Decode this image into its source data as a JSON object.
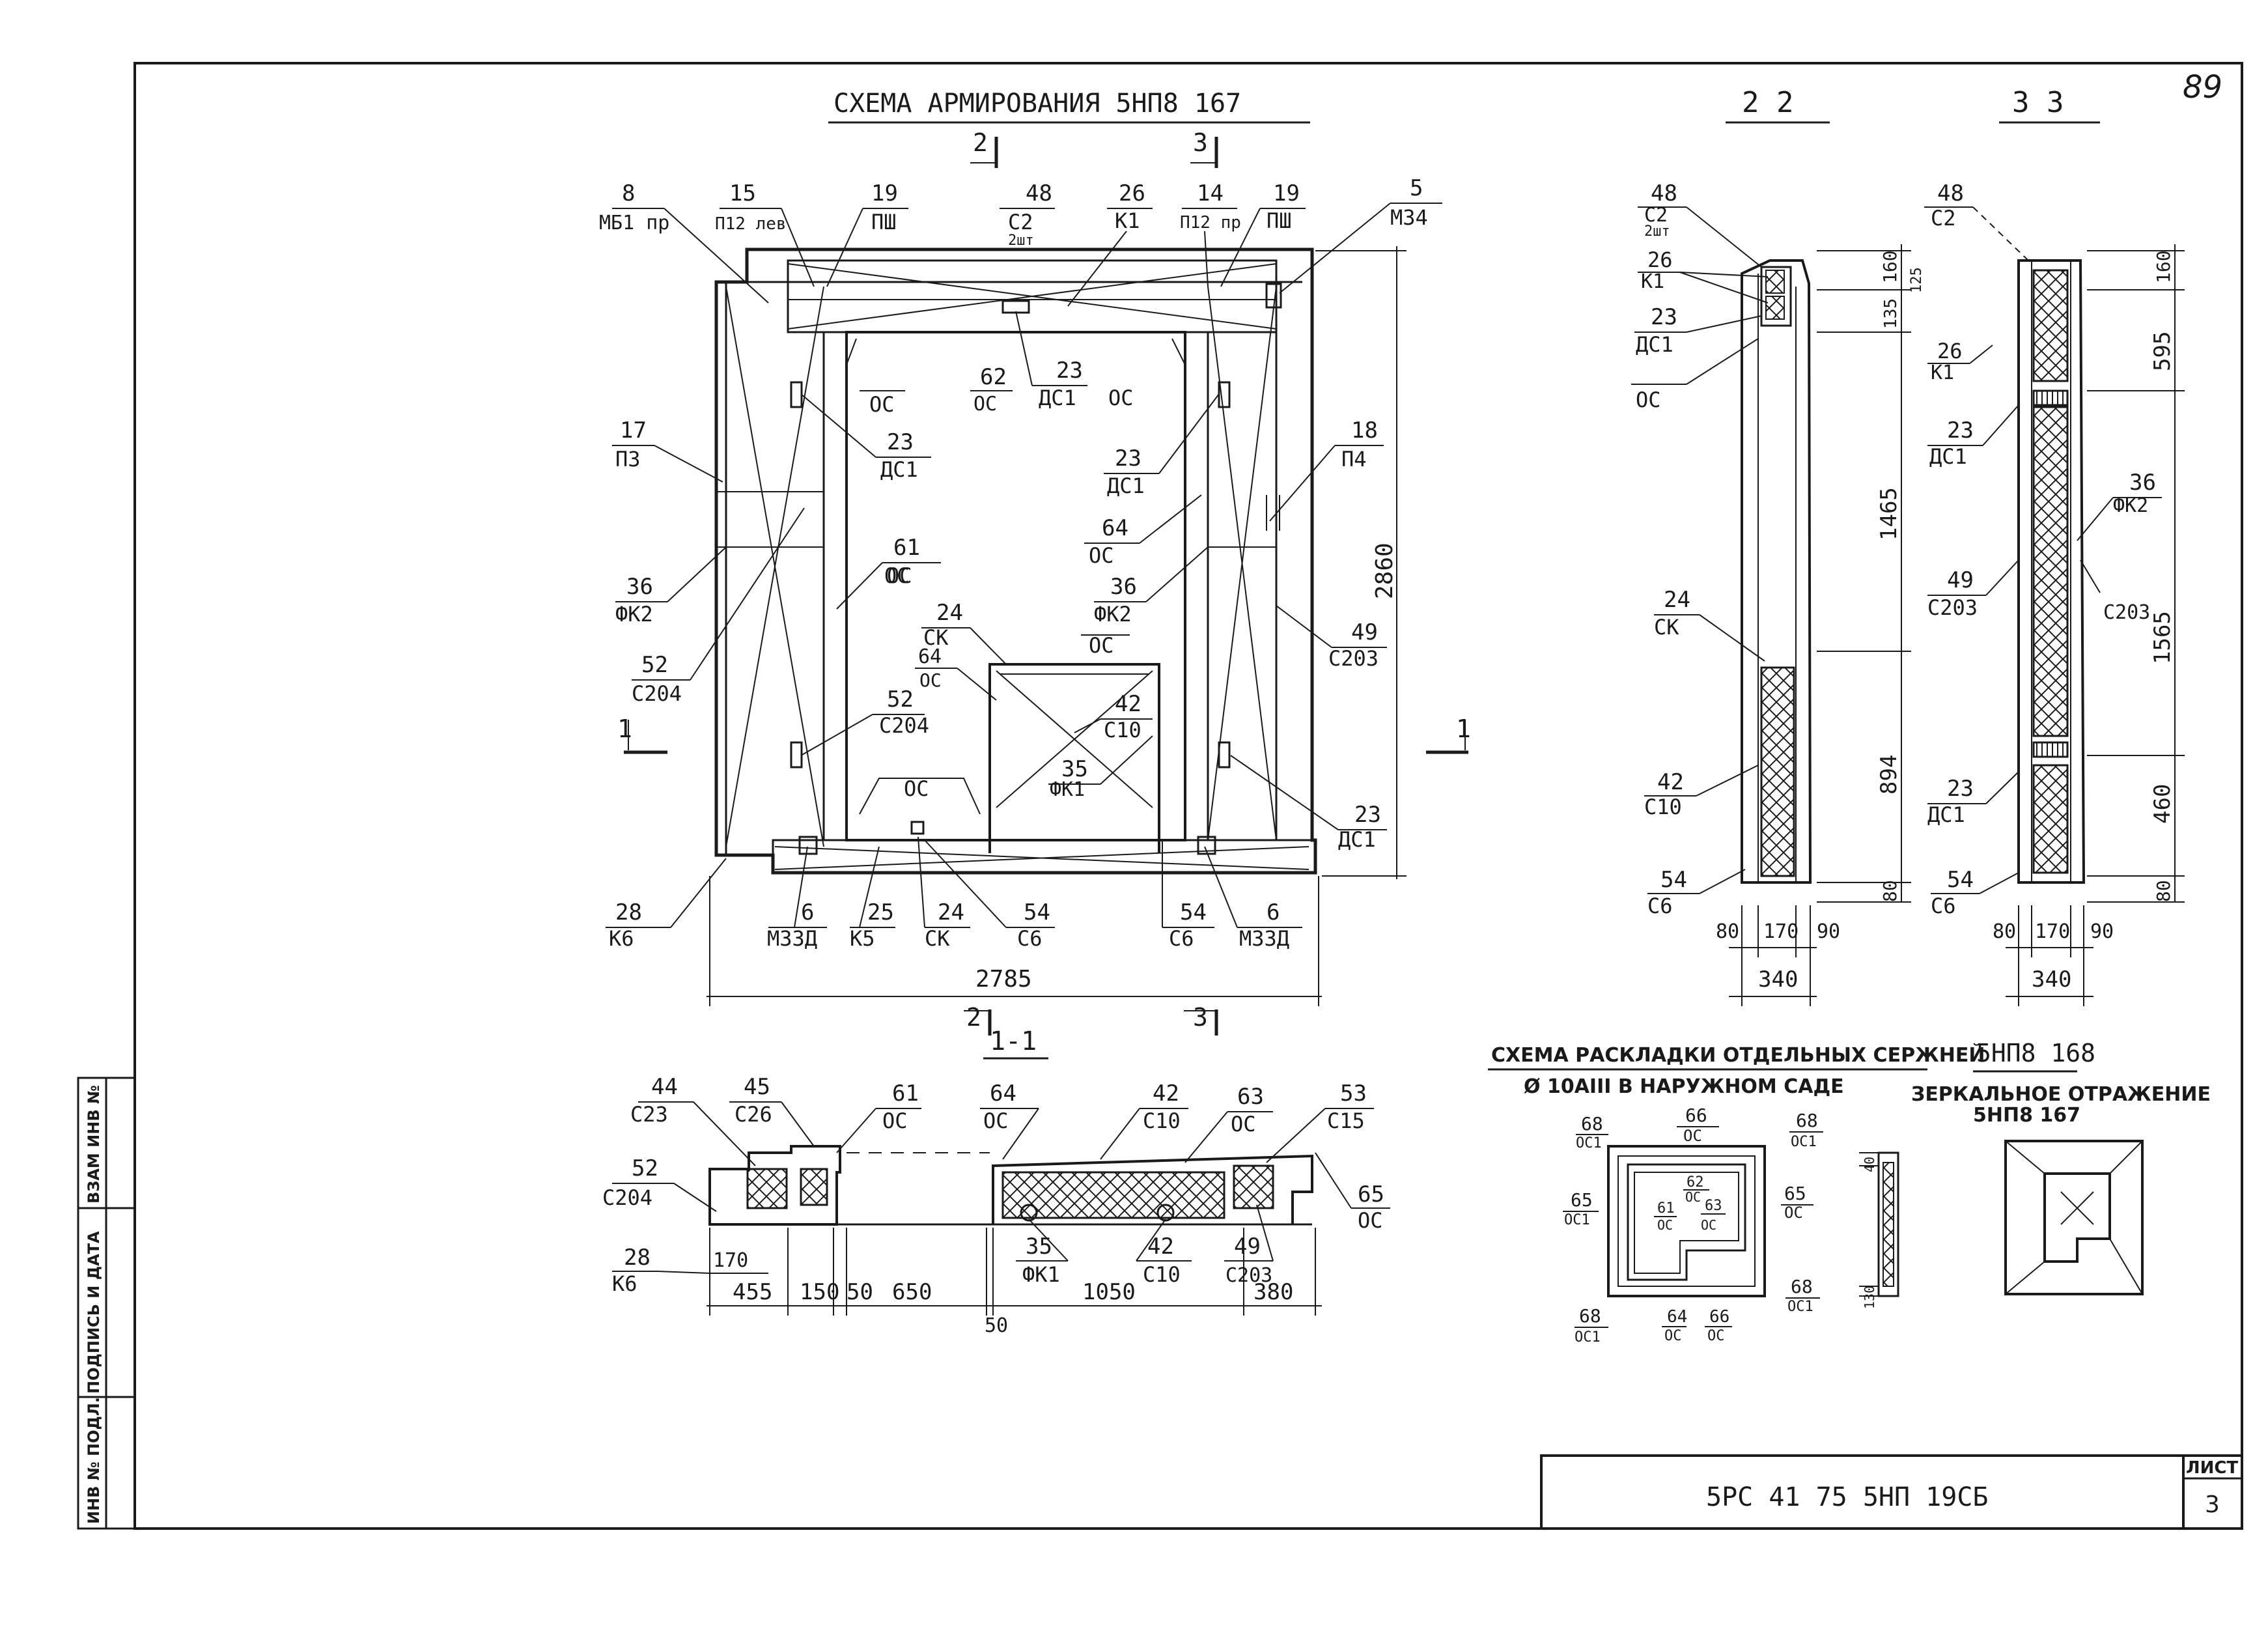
{
  "sheet": {
    "page_number": "89",
    "title_block_code": "5РС 41 75   5НП 19СБ",
    "sheet_label": "ЛИСТ",
    "sheet_number": "3"
  },
  "side_stamp": {
    "inv_orig": "ИНВ № ПОДЛ.",
    "sign_date": "ПОДПИСЬ И ДАТА",
    "inv_replace": "ВЗАМ ИНВ №"
  },
  "main_view": {
    "title": "СХЕМА АРМИРОВАНИЯ 5НП8 167",
    "width_dim": "2785",
    "height_dim": "2860",
    "section_marks": [
      "2",
      "3",
      "1",
      "1",
      "2",
      "3"
    ],
    "callouts": [
      {
        "num": "8",
        "mark": "МБ1 пр"
      },
      {
        "num": "15",
        "mark": "П12 лев"
      },
      {
        "num": "19",
        "mark": "ПШ"
      },
      {
        "num": "48",
        "mark": "С2",
        "extra": "2шт"
      },
      {
        "num": "26",
        "mark": "К1"
      },
      {
        "num": "14",
        "mark": "П12 пр"
      },
      {
        "num": "19",
        "mark": "ПШ"
      },
      {
        "num": "5",
        "mark": "М34"
      },
      {
        "num": "62",
        "mark": "ОС"
      },
      {
        "num": "23",
        "mark": "ДС1"
      },
      {
        "num": "17",
        "mark": "П3"
      },
      {
        "num": "18",
        "mark": "П4"
      },
      {
        "num": "36",
        "mark": "ФК2"
      },
      {
        "num": "52",
        "mark": "С204"
      },
      {
        "num": "61",
        "mark": "ОС"
      },
      {
        "num": "64",
        "mark": "ОС"
      },
      {
        "num": "24",
        "mark": "СК"
      },
      {
        "num": "42",
        "mark": "С10"
      },
      {
        "num": "35",
        "mark": "ФК1"
      },
      {
        "num": "49",
        "mark": "С203"
      },
      {
        "num": "28",
        "mark": "К6"
      },
      {
        "num": "6",
        "mark": "М33Д"
      },
      {
        "num": "25",
        "mark": "К5"
      },
      {
        "num": "54",
        "mark": "С6"
      }
    ],
    "plain_labels": [
      "ОС",
      "ОС",
      "ОС",
      "ОС",
      "ОС"
    ]
  },
  "section_11": {
    "title": "1-1",
    "callouts": [
      {
        "num": "44",
        "mark": "С23"
      },
      {
        "num": "45",
        "mark": "С26"
      },
      {
        "num": "61",
        "mark": "ОС"
      },
      {
        "num": "64",
        "mark": "ОС"
      },
      {
        "num": "42",
        "mark": "С10"
      },
      {
        "num": "63",
        "mark": "ОС"
      },
      {
        "num": "53",
        "mark": "С15"
      },
      {
        "num": "52",
        "mark": "С204"
      },
      {
        "num": "65",
        "mark": "ОС"
      },
      {
        "num": "28",
        "mark": "К6"
      },
      {
        "num": "35",
        "mark": "ФК1"
      },
      {
        "num": "42",
        "mark": "С10"
      },
      {
        "num": "49",
        "mark": "С203"
      }
    ],
    "dims": [
      "170",
      "455",
      "150",
      "50",
      "650",
      "1050",
      "380",
      "50"
    ]
  },
  "section_22": {
    "title": "2 2",
    "callouts": [
      {
        "num": "48",
        "mark": "С2",
        "extra": "2шт"
      },
      {
        "num": "26",
        "mark": "К1"
      },
      {
        "num": "23",
        "mark": "ДС1"
      },
      {
        "num": "24",
        "mark": "СК"
      },
      {
        "num": "42",
        "mark": "С10"
      },
      {
        "num": "54",
        "mark": "С6"
      }
    ],
    "plain_labels": [
      "ОС"
    ],
    "dims_vertical": [
      "160",
      "135",
      "125",
      "1465",
      "894",
      "80"
    ],
    "dims_bottom": [
      "80",
      "170",
      "90",
      "340"
    ]
  },
  "section_33": {
    "title": "3 3",
    "callouts": [
      {
        "num": "48",
        "mark": "С2"
      },
      {
        "num": "26",
        "mark": "К1"
      },
      {
        "num": "23",
        "mark": "ДС1"
      },
      {
        "num": "36",
        "mark": "ФК2"
      },
      {
        "num": "49",
        "mark": "С203"
      },
      {
        "num": "23",
        "mark": "ДС1"
      },
      {
        "num": "54",
        "mark": "С6"
      }
    ],
    "plain_labels": [
      "С203"
    ],
    "dims_vertical": [
      "160",
      "595",
      "1565",
      "460",
      "80"
    ],
    "dims_bottom": [
      "80",
      "170",
      "90",
      "340"
    ]
  },
  "rebar_scheme": {
    "title": "СХЕМА РАСКЛАДКИ ОТДЕЛЬНЫХ СЕРЖНЕЙ",
    "subtitle": "Ø 10АIII В НАРУЖНОМ САДЕ",
    "callouts": [
      {
        "num": "68",
        "mark": "ОС1"
      },
      {
        "num": "66",
        "mark": "ОС"
      },
      {
        "num": "68",
        "mark": "ОС1"
      },
      {
        "num": "62",
        "mark": "ОС"
      },
      {
        "num": "65",
        "mark": "ОС1"
      },
      {
        "num": "61",
        "mark": "ОС"
      },
      {
        "num": "63",
        "mark": "ОС"
      },
      {
        "num": "65",
        "mark": "ОС"
      },
      {
        "num": "68",
        "mark": "ОС1"
      },
      {
        "num": "64",
        "mark": "ОС"
      },
      {
        "num": "66",
        "mark": "ОС"
      },
      {
        "num": "68",
        "mark": "ОС1"
      }
    ],
    "small_dims": [
      "40",
      "130"
    ]
  },
  "mirror": {
    "code": "5НП8 168",
    "text1": "ЗЕРКАЛЬНОЕ ОТРАЖЕНИЕ",
    "text2": "5НП8 167"
  }
}
